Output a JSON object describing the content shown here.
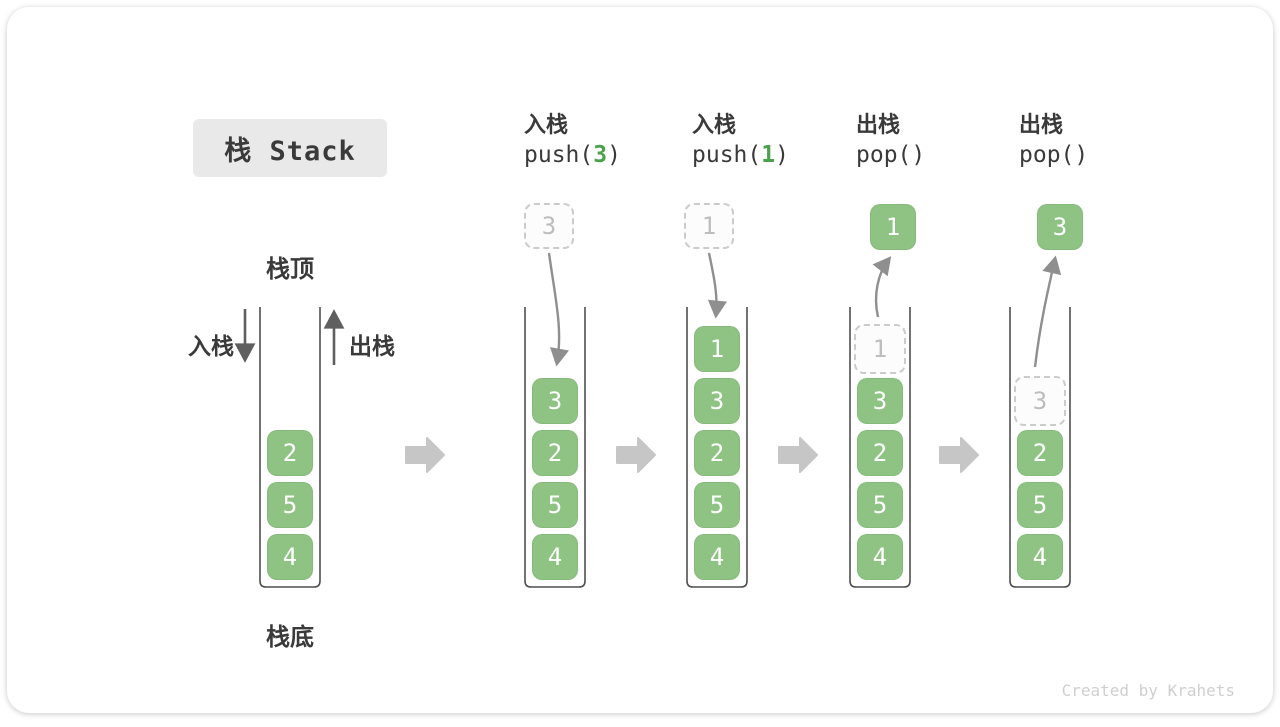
{
  "title": "栈 Stack",
  "first_stack": {
    "top_label": "栈顶",
    "bottom_label": "栈底",
    "push_label": "入栈",
    "pop_label": "出栈",
    "items": [
      "2",
      "5",
      "4"
    ]
  },
  "stages": [
    {
      "id": "push-3",
      "op_label": "入栈",
      "code_pre": "push(",
      "code_arg": "3",
      "code_post": ")",
      "moving_value": "3",
      "items": [
        "3",
        "2",
        "5",
        "4"
      ]
    },
    {
      "id": "push-1",
      "op_label": "入栈",
      "code_pre": "push(",
      "code_arg": "1",
      "code_post": ")",
      "moving_value": "1",
      "items": [
        "1",
        "3",
        "2",
        "5",
        "4"
      ]
    },
    {
      "id": "pop-1",
      "op_label": "出栈",
      "code_pre": "pop(",
      "code_arg": "",
      "code_post": ")",
      "moving_value": "1",
      "ghost_value": "1",
      "items": [
        "3",
        "2",
        "5",
        "4"
      ]
    },
    {
      "id": "pop-3",
      "op_label": "出栈",
      "code_pre": "pop(",
      "code_arg": "",
      "code_post": ")",
      "moving_value": "3",
      "ghost_value": "3",
      "items": [
        "2",
        "5",
        "4"
      ]
    }
  ],
  "watermark": "Created by Krahets",
  "colors": {
    "block_green": "#8fc383",
    "code_arg_green": "#4ca24c",
    "text_dark": "#3a3a3a",
    "dashed_border": "#cbcbcb",
    "dashed_text": "#bdbdbd",
    "stack_wall": "#4f4f4f",
    "curve_arrow": "#8f8f8f",
    "side_arrow": "#5f5f5f",
    "big_arrow": "#c6c6c6",
    "title_box_bg": "#e9e9e9",
    "watermark_gray": "#cfcfcf"
  }
}
